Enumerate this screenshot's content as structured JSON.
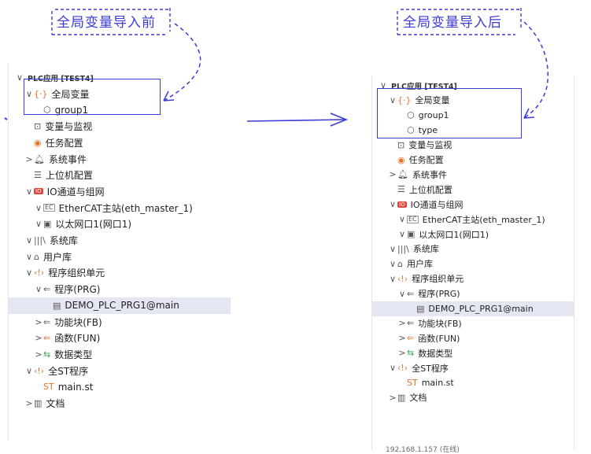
{
  "before": {
    "callout": "全局变量导入前",
    "tree": [
      {
        "label": "PLC应用 [TEST4]",
        "chev": "∨",
        "icon": "",
        "level": 0,
        "header": true
      },
      {
        "label": "全局变量",
        "chev": "∨",
        "icon": "{·}",
        "level": 1
      },
      {
        "label": "group1",
        "chev": "",
        "icon": "⬡",
        "level": 2
      },
      {
        "label": "变量与监视",
        "chev": "",
        "icon": "⊡",
        "level": 1
      },
      {
        "label": "任务配置",
        "chev": "",
        "icon": "◉",
        "level": 1
      },
      {
        "label": "系统事件",
        "chev": ">",
        "icon": "🔔︎",
        "level": 1
      },
      {
        "label": "上位机配置",
        "chev": "",
        "icon": "☰",
        "level": 1
      },
      {
        "label": "IO通道与组网",
        "chev": "∨",
        "icon": "IO",
        "level": 1
      },
      {
        "label": "EtherCAT主站(eth_master_1)",
        "chev": "∨",
        "icon": "EC",
        "level": 2
      },
      {
        "label": "以太网口1(网口1)",
        "chev": "∨",
        "icon": "▣",
        "level": 2
      },
      {
        "label": "系统库",
        "chev": "∨",
        "icon": "|||\\",
        "level": 1
      },
      {
        "label": "用户库",
        "chev": "∨",
        "icon": "⌂",
        "level": 1
      },
      {
        "label": "程序组织单元",
        "chev": "∨",
        "icon": "‹!›",
        "level": 1
      },
      {
        "label": "程序(PRG)",
        "chev": "∨",
        "icon": "⇐",
        "level": 2
      },
      {
        "label": "DEMO_PLC_PRG1@main",
        "chev": "",
        "icon": "▤",
        "level": 3,
        "selected": true
      },
      {
        "label": "功能块(FB)",
        "chev": ">",
        "icon": "⇐",
        "level": 2
      },
      {
        "label": "函数(FUN)",
        "chev": ">",
        "icon": "⇐",
        "level": 2
      },
      {
        "label": "数据类型",
        "chev": ">",
        "icon": "⇆",
        "level": 2
      },
      {
        "label": "全ST程序",
        "chev": "∨",
        "icon": "‹!›",
        "level": 1
      },
      {
        "label": "main.st",
        "chev": "",
        "icon": "ST",
        "level": 2
      },
      {
        "label": "文档",
        "chev": ">",
        "icon": "▥",
        "level": 1
      }
    ]
  },
  "after": {
    "callout": "全局变量导入后",
    "tree": [
      {
        "label": "PLC应用 [TEST4]",
        "chev": "∨",
        "icon": "",
        "level": 0,
        "header": true
      },
      {
        "label": "全局变量",
        "chev": "∨",
        "icon": "{·}",
        "level": 1
      },
      {
        "label": "group1",
        "chev": "",
        "icon": "⬡",
        "level": 2
      },
      {
        "label": "type",
        "chev": "",
        "icon": "⬡",
        "level": 2
      },
      {
        "label": "变量与监视",
        "chev": "",
        "icon": "⊡",
        "level": 1
      },
      {
        "label": "任务配置",
        "chev": "",
        "icon": "◉",
        "level": 1
      },
      {
        "label": "系统事件",
        "chev": ">",
        "icon": "🔔︎",
        "level": 1
      },
      {
        "label": "上位机配置",
        "chev": "",
        "icon": "☰",
        "level": 1
      },
      {
        "label": "IO通道与组网",
        "chev": "∨",
        "icon": "IO",
        "level": 1
      },
      {
        "label": "EtherCAT主站(eth_master_1)",
        "chev": "∨",
        "icon": "EC",
        "level": 2
      },
      {
        "label": "以太网口1(网口1)",
        "chev": "∨",
        "icon": "▣",
        "level": 2
      },
      {
        "label": "系统库",
        "chev": "∨",
        "icon": "|||\\",
        "level": 1
      },
      {
        "label": "用户库",
        "chev": "∨",
        "icon": "⌂",
        "level": 1
      },
      {
        "label": "程序组织单元",
        "chev": "∨",
        "icon": "‹!›",
        "level": 1
      },
      {
        "label": "程序(PRG)",
        "chev": "∨",
        "icon": "⇐",
        "level": 2
      },
      {
        "label": "DEMO_PLC_PRG1@main",
        "chev": "",
        "icon": "▤",
        "level": 3,
        "selected": true
      },
      {
        "label": "功能块(FB)",
        "chev": ">",
        "icon": "⇐",
        "level": 2
      },
      {
        "label": "函数(FUN)",
        "chev": ">",
        "icon": "⇐",
        "level": 2
      },
      {
        "label": "数据类型",
        "chev": ">",
        "icon": "⇆",
        "level": 2
      },
      {
        "label": "全ST程序",
        "chev": "∨",
        "icon": "‹!›",
        "level": 1
      },
      {
        "label": "main.st",
        "chev": "",
        "icon": "ST",
        "level": 2
      },
      {
        "label": "文档",
        "chev": ">",
        "icon": "▥",
        "level": 1
      }
    ],
    "cut_text": "192.168.1.157 (在线)"
  },
  "colors": {
    "highlight": "#3b3bd6",
    "orange": "#e8722a",
    "red": "#e0463a"
  }
}
